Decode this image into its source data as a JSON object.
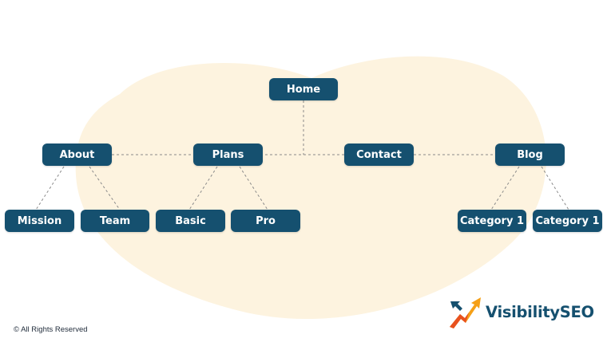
{
  "nodes": {
    "home": "Home",
    "about": "About",
    "plans": "Plans",
    "contact": "Contact",
    "blog": "Blog",
    "mission": "Mission",
    "team": "Team",
    "basic": "Basic",
    "pro": "Pro",
    "category1a": "Category 1",
    "category1b": "Category 1"
  },
  "footer": {
    "copyright": "© All Rights Reserved"
  },
  "logo": {
    "text": "VisibilitySEO",
    "icon": "growth-arrow-icon"
  },
  "colors": {
    "node_bg": "#15506f",
    "node_text": "#ffffff",
    "blob": "#fdf3df",
    "connector": "#8a8a8a",
    "logo_orange": "#f5a017",
    "logo_red": "#e8511f",
    "logo_navy": "#15506f"
  }
}
